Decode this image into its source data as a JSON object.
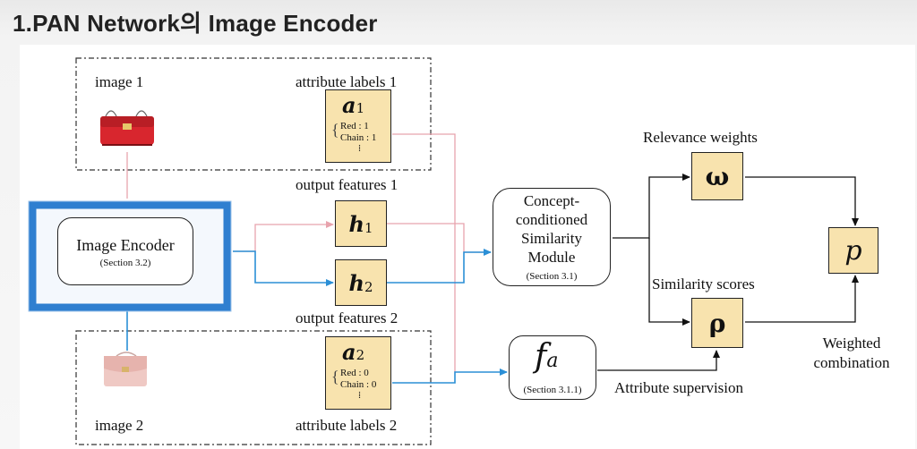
{
  "title": "1.PAN Network의 Image Encoder",
  "image1_label": "image 1",
  "image2_label": "image 2",
  "attr_labels_1": "attribute labels 1",
  "attr_labels_2": "attribute labels 2",
  "output_features_1": "output features 1",
  "output_features_2": "output features 2",
  "encoder": {
    "title": "Image Encoder",
    "section": "(Section 3.2)"
  },
  "a1": {
    "base": "a",
    "sub": "1",
    "rows": [
      "Red    : 1",
      "Chain : 1"
    ],
    "dots": "⁞"
  },
  "a2": {
    "base": "a",
    "sub": "2",
    "rows": [
      "Red    : 0",
      "Chain : 0"
    ],
    "dots": "⁞"
  },
  "h1": {
    "base": "h",
    "sub": "1"
  },
  "h2": {
    "base": "h",
    "sub": "2"
  },
  "similarity_module": {
    "lines": [
      "Concept-",
      "conditioned",
      "Similarity",
      "Module"
    ],
    "section": "(Section 3.1)"
  },
  "fa": {
    "base": "f",
    "sub": "a",
    "section": "(Section 3.1.1)"
  },
  "relevance_weights": "Relevance weights",
  "similarity_scores": "Similarity scores",
  "omega": "ω",
  "rho": "ρ",
  "p": "p",
  "weighted_combination": [
    "Weighted",
    "combination"
  ],
  "attribute_supervision": "Attribute supervision",
  "colors": {
    "yellow_box": "#f8e3ae",
    "encoder_frame": "#2f7fd0",
    "blue_arrow": "#2b8fd6",
    "pink_line": "#e8a3ad",
    "black_line": "#111111"
  }
}
